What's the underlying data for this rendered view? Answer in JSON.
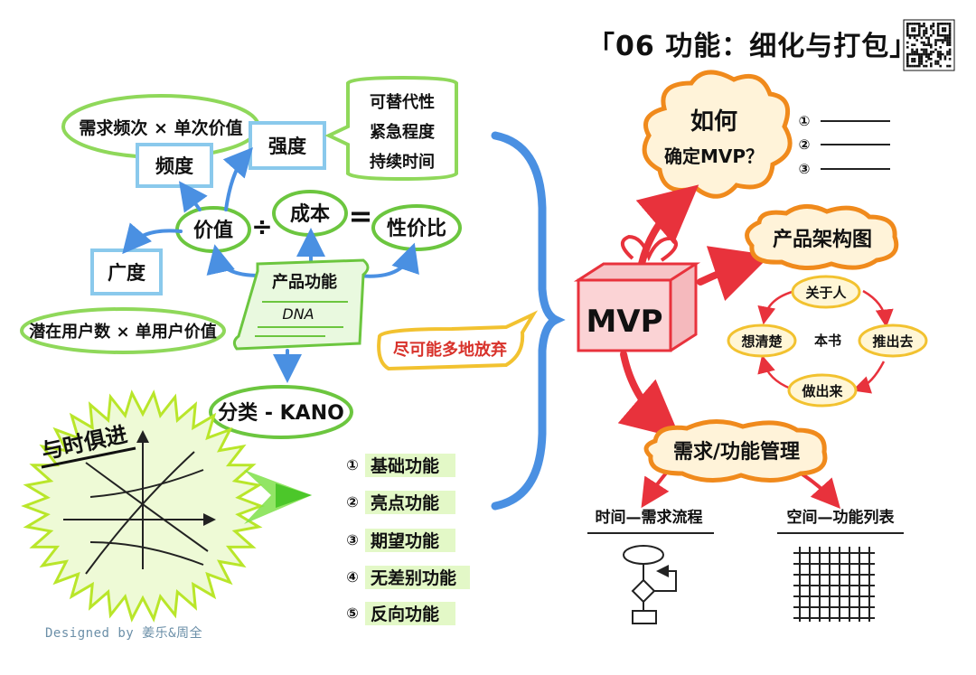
{
  "title": "「06 功能：细化与打包」",
  "credit": "Designed by 姜乐&周全",
  "left": {
    "frequency_note": "需求频次 × 单次价值",
    "frequency": "频度",
    "intensity": "强度",
    "intensity_factors": [
      "可替代性",
      "紧急程度",
      "持续时间"
    ],
    "value": "价值",
    "divide": "÷",
    "cost": "成本",
    "equals": "=",
    "cost_performance": "性价比",
    "breadth": "广度",
    "breadth_note": "潜在用户数 × 单用户价值",
    "product_function": "产品功能",
    "dna": "DNA",
    "give_up": "尽可能多地放弃",
    "kano": "分类 - KANO",
    "keep_up": "与时俱进",
    "kano_types": [
      {
        "num": "①",
        "label": "基础功能"
      },
      {
        "num": "②",
        "label": "亮点功能"
      },
      {
        "num": "③",
        "label": "期望功能"
      },
      {
        "num": "④",
        "label": "无差别功能"
      },
      {
        "num": "⑤",
        "label": "反向功能"
      }
    ]
  },
  "right": {
    "how_mvp": [
      "如何",
      "确定MVP？"
    ],
    "steps": [
      "①",
      "②",
      "③"
    ],
    "mvp": "MVP",
    "architecture": "产品架构图",
    "cycle_center": "本书",
    "cycle": [
      "关于人",
      "推出去",
      "做出来",
      "想清楚"
    ],
    "management": "需求/功能管理",
    "time_process": "时间—需求流程",
    "space_list": "空间—功能列表"
  },
  "colors": {
    "green": "#6cc63f",
    "blue": "#4a90e2",
    "orange": "#f08a1c",
    "red": "#e8323c",
    "yellow": "#f2c230"
  }
}
